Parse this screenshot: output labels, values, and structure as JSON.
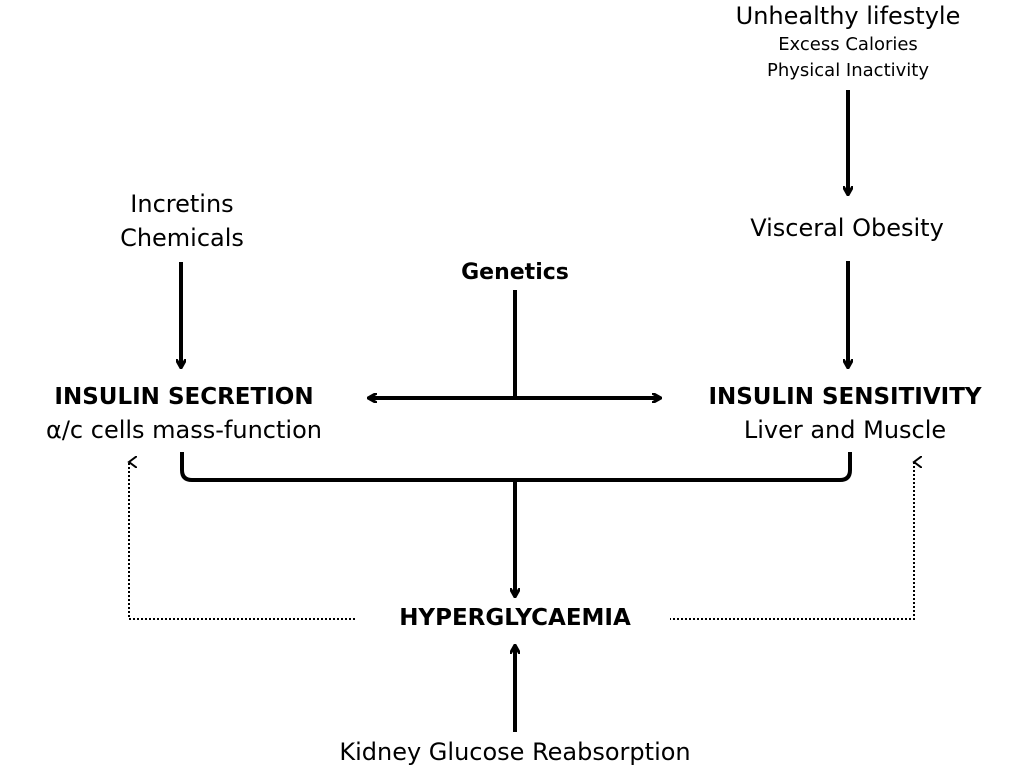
{
  "nodes": {
    "lifestyle": {
      "title": "Unhealthy lifestyle",
      "line1": "Excess Calories",
      "line2": "Physical Inactivity"
    },
    "visceral_obesity": "Visceral Obesity",
    "incretins": {
      "line1": "Incretins",
      "line2": "Chemicals"
    },
    "genetics": "Genetics",
    "insulin_secretion": {
      "title": "INSULIN SECRETION",
      "subtitle": "α/c cells mass-function"
    },
    "insulin_sensitivity": {
      "title": "INSULIN SENSITIVITY",
      "subtitle": "Liver and Muscle"
    },
    "hyperglycaemia": "HYPERGLYCAEMIA",
    "kidney": "Kidney Glucose Reabsorption"
  },
  "colors": {
    "line": "#000000",
    "background": "#ffffff"
  }
}
